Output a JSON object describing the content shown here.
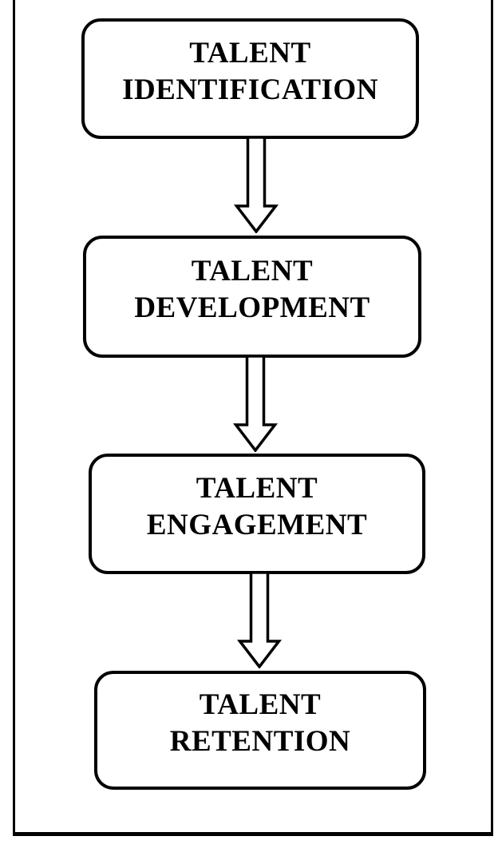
{
  "diagram": {
    "type": "flowchart",
    "direction": "top-to-bottom",
    "boxes": [
      {
        "label": "TALENT IDENTIFICATION",
        "line1": "TALENT",
        "line2": "IDENTIFICATION"
      },
      {
        "label": "TALENT DEVELOPMENT",
        "line1": "TALENT",
        "line2": "DEVELOPMENT"
      },
      {
        "label": "TALENT ENGAGEMENT",
        "line1": "TALENT",
        "line2": "ENGAGEMENT"
      },
      {
        "label": "TALENT RETENTION",
        "line1": "TALENT",
        "line2": "RETENTION"
      }
    ],
    "connectors": [
      {
        "from": "TALENT IDENTIFICATION",
        "to": "TALENT DEVELOPMENT",
        "style": "hollow-block-arrow-down"
      },
      {
        "from": "TALENT DEVELOPMENT",
        "to": "TALENT ENGAGEMENT",
        "style": "hollow-block-arrow-down"
      },
      {
        "from": "TALENT ENGAGEMENT",
        "to": "TALENT RETENTION",
        "style": "hollow-block-arrow-down"
      }
    ],
    "colors": {
      "line": "#000000",
      "text": "#000000",
      "background": "#ffffff"
    }
  }
}
